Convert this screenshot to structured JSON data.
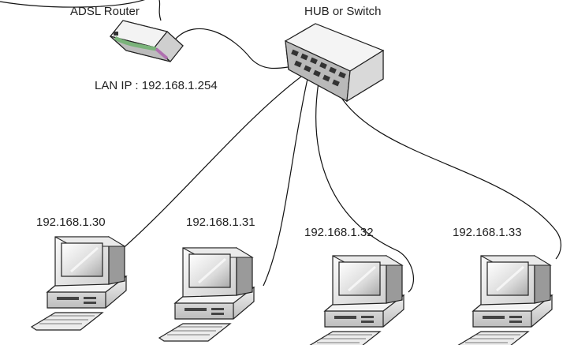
{
  "router": {
    "name": "ADSL Router",
    "lan_ip": "LAN IP : 192.168.1.254"
  },
  "switch": {
    "name": "HUB or Switch"
  },
  "computers": [
    {
      "ip": "192.168.1.30"
    },
    {
      "ip": "192.168.1.31"
    },
    {
      "ip": "192.168.1.32"
    },
    {
      "ip": "192.168.1.33"
    }
  ],
  "icons": {
    "router": "router-icon",
    "switch": "switch-icon",
    "computer": "desktop-computer-icon"
  },
  "colors": {
    "router_stripe": "#7ab37a",
    "router_accent": "#b070b0"
  }
}
